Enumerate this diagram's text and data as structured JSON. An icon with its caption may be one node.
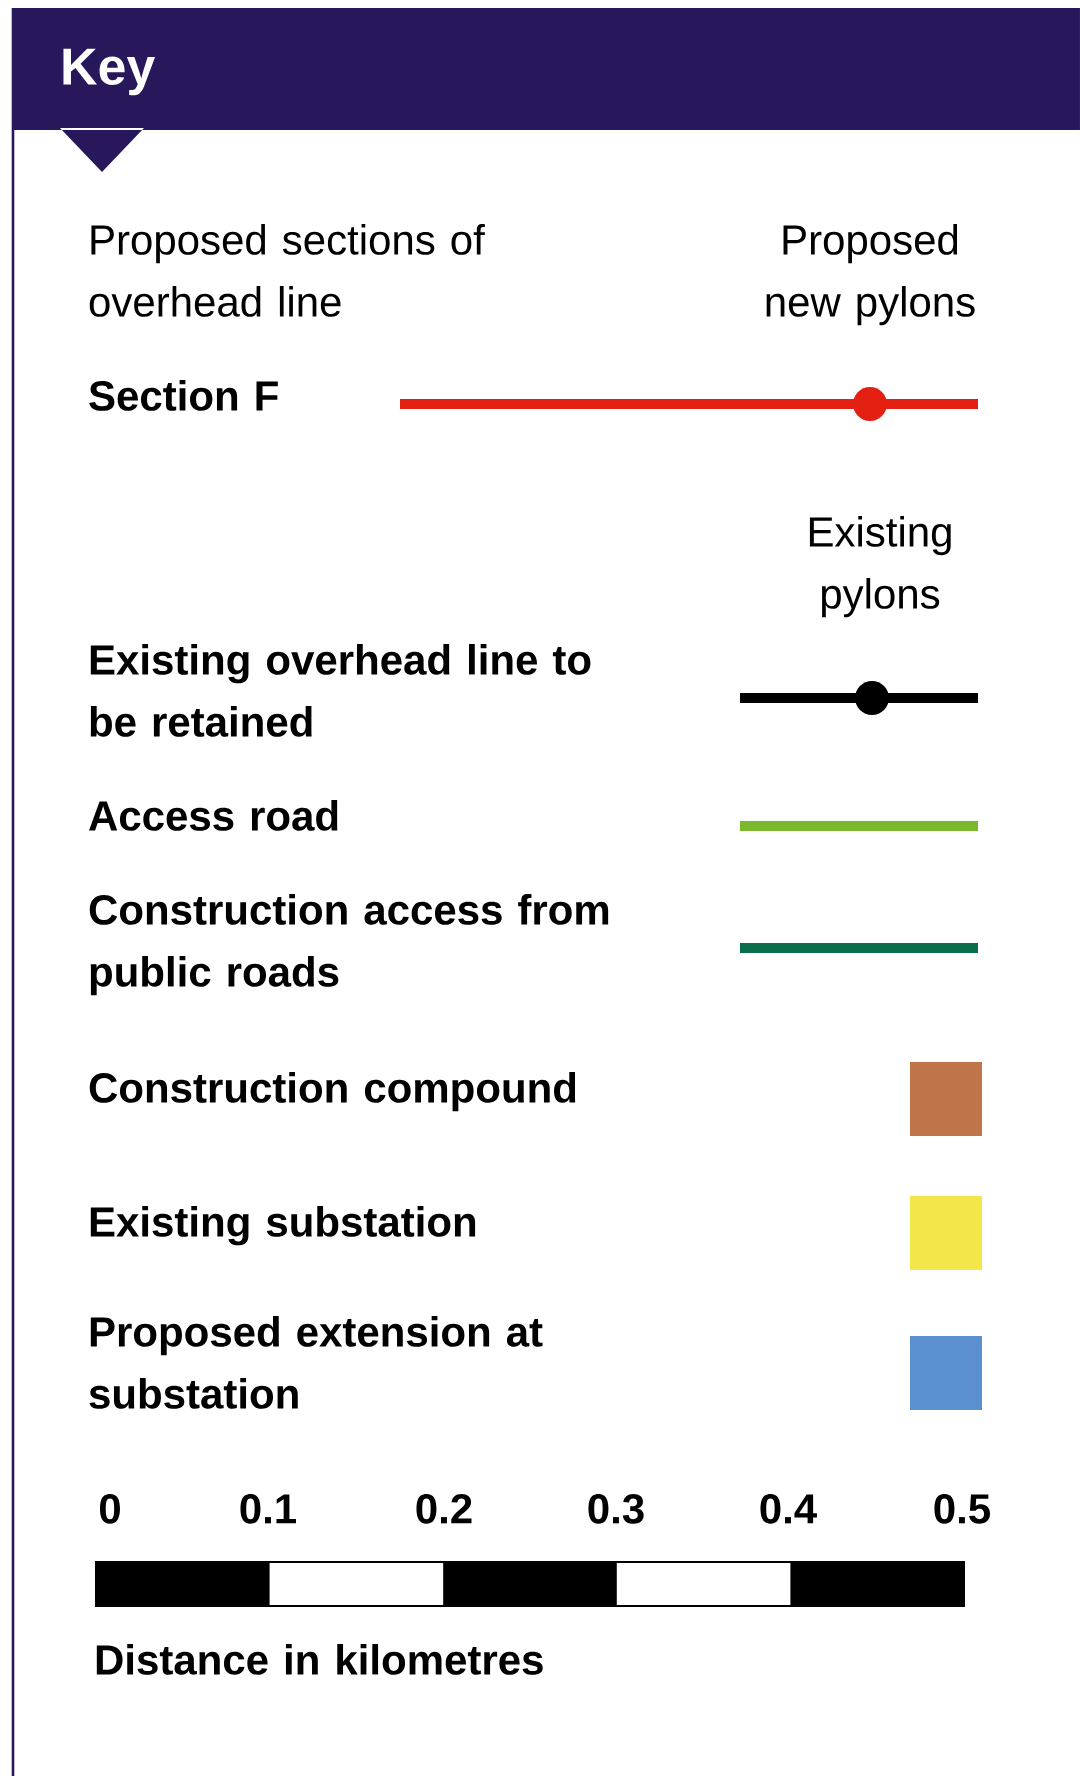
{
  "diagram": {
    "title": "Key",
    "labels": [
      "Proposed sections of overhead line",
      "Proposed new pylons",
      "Existing pylons",
      "0",
      "0.1",
      "0.2",
      "0.3",
      "0.4",
      "0.5",
      "Distance in kilometres"
    ],
    "legend": [
      {
        "text": "Section F"
      },
      {
        "text": "Existing overhead line to be retained"
      },
      {
        "text": "Access road"
      },
      {
        "text": "Construction access from public roads"
      },
      {
        "text": "Construction compound",
        "color": "#c0744a"
      },
      {
        "text": "Existing substation",
        "color": "#f2e64a"
      },
      {
        "text": "Proposed extension at substation",
        "color": "#5b8fd0"
      }
    ]
  }
}
